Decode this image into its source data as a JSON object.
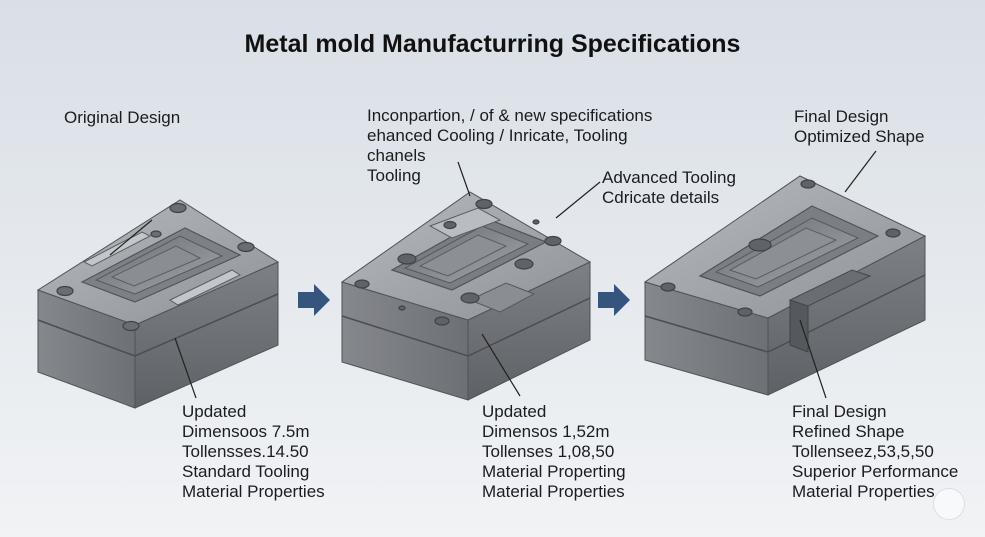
{
  "title": "Metal mold Manufacturring Specifications",
  "colors": {
    "arrow": "#35557f",
    "steel_top": "#9ea1a5",
    "steel_side": "#6e7176"
  },
  "panels": [
    {
      "heading": [
        "Original Design"
      ],
      "details": [
        "Updated",
        "Dimensoos 7.5m",
        "Tollensses.14.50",
        "Standard Tooling",
        "Material Properties"
      ]
    },
    {
      "heading": [
        "Inconpartion, / of & new specifications",
        "ehanced Cooling / Inricate, Tooling",
        "chanels",
        "Tooling"
      ],
      "callout": [
        "Advanced Tooling",
        "Cdricate details"
      ],
      "details": [
        "Updated",
        "Dimensos 1,52m",
        "Tollenses 1,08,50",
        "Material Properting",
        "Material Properties"
      ]
    },
    {
      "heading": [
        "Final Design",
        "Optimized Shape"
      ],
      "details": [
        "Final Design",
        "Refined Shape",
        "Tollenseez,53,5,50",
        "Superior Performance",
        "Material Properties"
      ]
    }
  ],
  "arrow_icon": "right-arrow-icon"
}
